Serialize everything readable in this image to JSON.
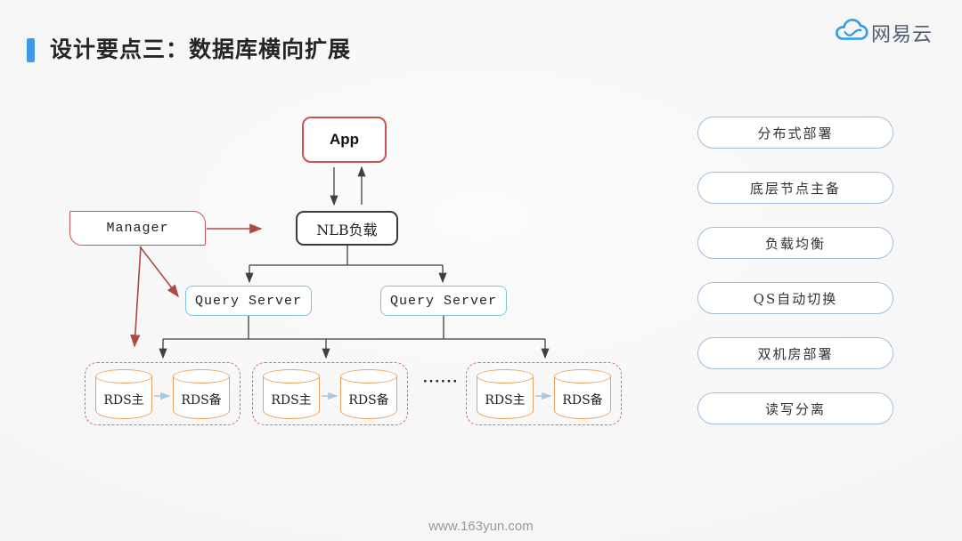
{
  "slide": {
    "title": "设计要点三：数据库横向扩展",
    "logo_text": "网易云",
    "footer": "www.163yun.com",
    "colors": {
      "accent_blue": "#3e9ae8",
      "box_red": "#c75553",
      "dashed_red": "#d07070",
      "arrow_red": "#ae4a45",
      "cylinder_orange": "#eda05b",
      "query_blue": "#7ec4e0",
      "pill_border": "#a3bedc",
      "line_dark": "#3f3f3f"
    }
  },
  "diagram": {
    "app_label": "App",
    "manager_label": "Manager",
    "nlb_label": "NLB负载",
    "query_servers": [
      {
        "label": "Query Server"
      },
      {
        "label": "Query Server"
      }
    ],
    "rds_groups": [
      {
        "primary": "RDS主",
        "standby": "RDS备"
      },
      {
        "primary": "RDS主",
        "standby": "RDS备"
      },
      {
        "primary": "RDS主",
        "standby": "RDS备"
      }
    ],
    "ellipsis": "······"
  },
  "pills": {
    "items": [
      {
        "label": "分布式部署"
      },
      {
        "label": "底层节点主备"
      },
      {
        "label": "负载均衡"
      },
      {
        "label": "QS自动切换"
      },
      {
        "label": "双机房部署"
      },
      {
        "label": "读写分离"
      }
    ]
  }
}
